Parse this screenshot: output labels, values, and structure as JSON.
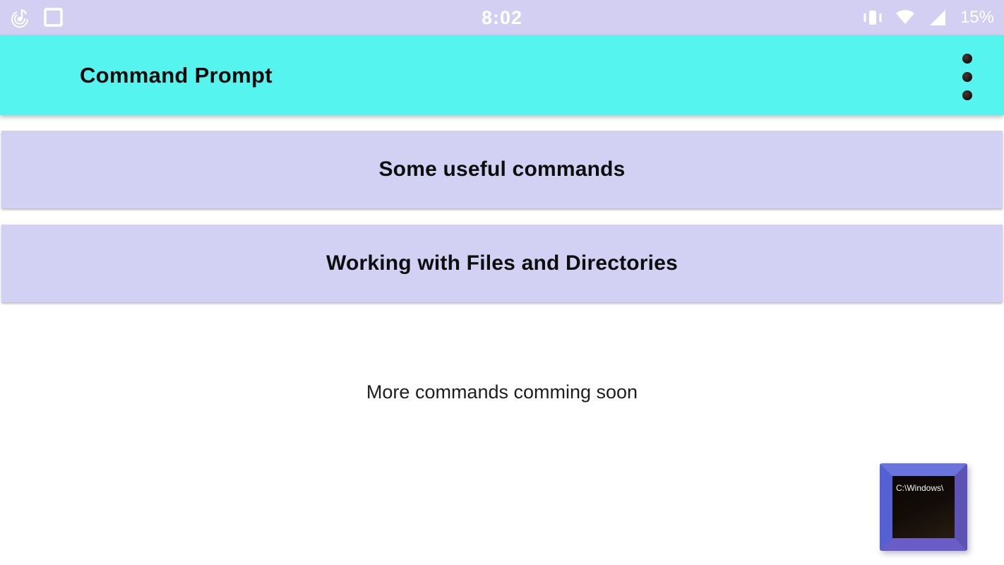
{
  "status_bar": {
    "time": "8:02",
    "battery": "15%",
    "left_icons": [
      "music-note-icon",
      "square-icon"
    ],
    "right_icons": [
      "vibrate-icon",
      "wifi-icon",
      "cellular-signal-icon"
    ]
  },
  "app_bar": {
    "title": "Command Prompt",
    "overflow_menu": "more-options"
  },
  "menu_buttons": [
    {
      "label": "Some useful commands"
    },
    {
      "label": "Working with Files and Directories"
    }
  ],
  "body": {
    "coming_soon": "More commands comming soon"
  },
  "prompt_icon": {
    "screen_text": "C:\\Windows\\"
  },
  "colors": {
    "status_bar_bg": "#d2cff2",
    "app_bar_bg": "#55f4ef",
    "button_bg": "#d2d0f3",
    "icon_frame_blue": "#5e63cd",
    "text_black": "#0d0d0d"
  }
}
